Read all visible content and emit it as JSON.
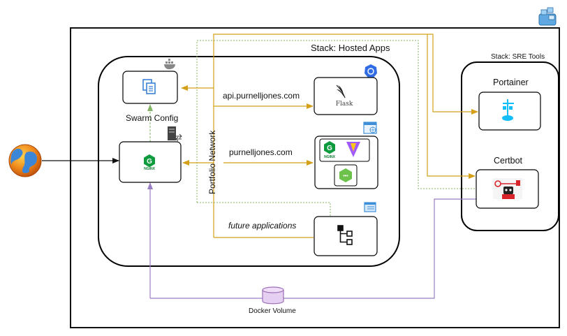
{
  "stacks": {
    "hosted_apps": "Stack: Hosted Apps",
    "sre_tools": "Stack: SRE Tools"
  },
  "nodes": {
    "swarm_config": "Swarm Config",
    "portainer": "Portainer",
    "certbot": "Certbot",
    "docker_volume": "Docker Volume",
    "flask_word": "Flask",
    "nginx_word": "NGINX",
    "nginx_word_app": "NGINX"
  },
  "network": {
    "label": "Portfolio Network"
  },
  "routes": {
    "api": "api.purnelljones.com",
    "main": "purnelljones.com",
    "future": "future applications"
  },
  "colors": {
    "route": "#d4a017",
    "volume": "#9b7dc4",
    "network_dotted": "#82b366",
    "config_arrow": "#82b366",
    "frame": "#111111",
    "panel_stroke": "#000000"
  },
  "icons": {
    "corner": "docker-swarm-icon",
    "globe": "globe-icon",
    "swarm_config": "config-document-icon",
    "server": "server-icon",
    "docker_whale": "docker-whale-icon",
    "kubernetes": "kubernetes-icon",
    "window_grid": "app-window-icon",
    "browser": "browser-icon",
    "nginx": "nginx-icon",
    "flask": "flask-icon",
    "vite": "vite-icon",
    "node": "nodejs-icon",
    "future": "hierarchy-icon",
    "portainer": "portainer-icon",
    "certbot": "certbot-robot-icon",
    "volume": "database-cylinder-icon"
  }
}
